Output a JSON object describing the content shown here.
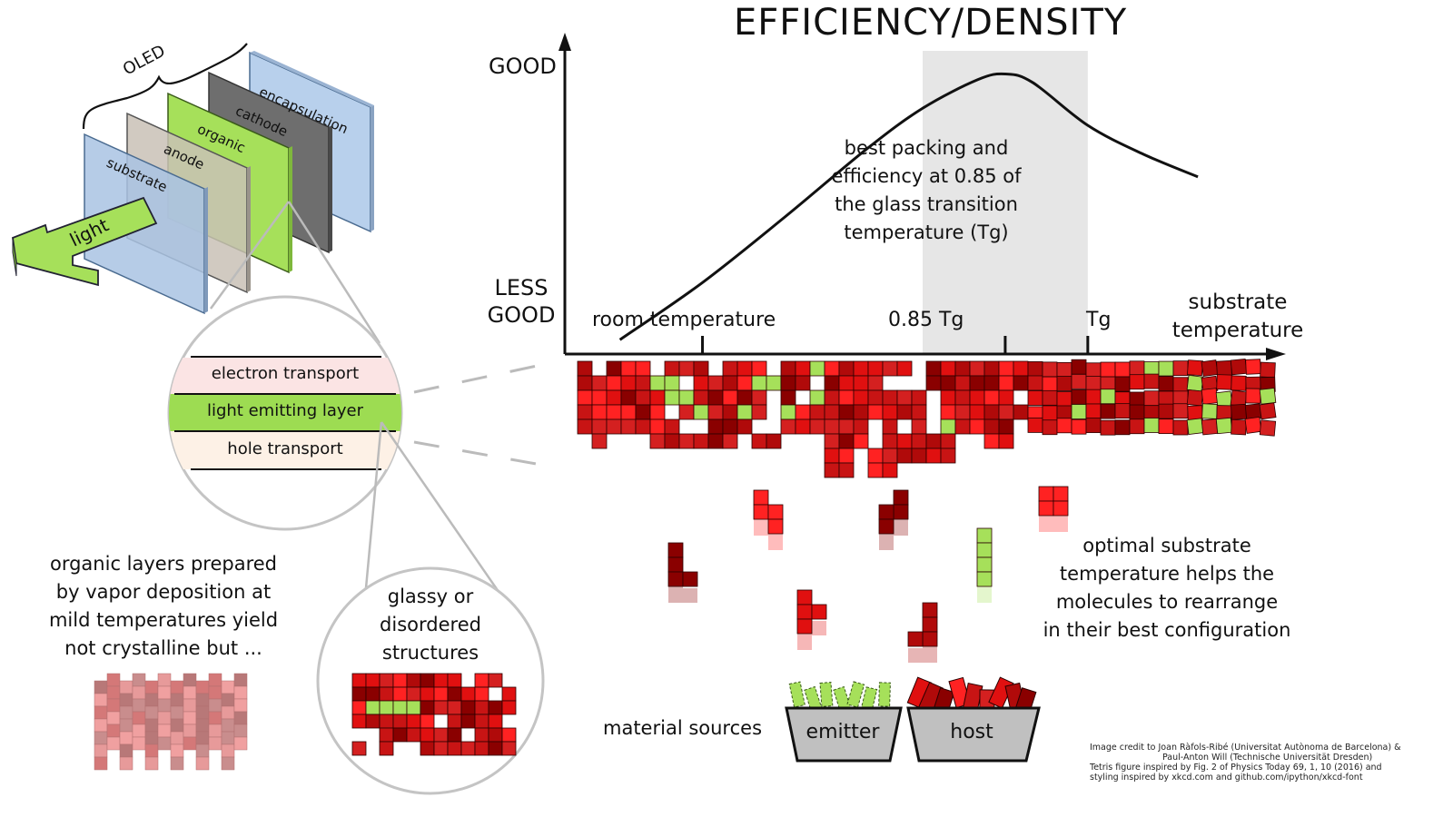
{
  "title": "EFFICIENCY/DENSITY",
  "oled_stack": {
    "group_label": "OLED",
    "layers": [
      {
        "label": "substrate",
        "color": "#a9c3e3"
      },
      {
        "label": "anode",
        "color": "#c9c1b6"
      },
      {
        "label": "organic",
        "color": "#a6e05a"
      },
      {
        "label": "cathode",
        "color": "#6e6e6e"
      },
      {
        "label": "encapsulation",
        "color": "#b8d0ec"
      }
    ],
    "light_arrow_label": "light"
  },
  "organic_zoom": {
    "layers": [
      {
        "label": "electron transport",
        "color": "#fbe4e4"
      },
      {
        "label": "light emitting layer",
        "color": "#9ddc52"
      },
      {
        "label": "hole transport",
        "color": "#fdf1e6"
      }
    ]
  },
  "left_note": [
    "organic layers prepared",
    "by vapor deposition at",
    "mild temperatures yield",
    "not crystalline but ..."
  ],
  "glassy_note": [
    "glassy or",
    "disordered",
    "structures"
  ],
  "chart_data": {
    "type": "line",
    "title": "EFFICIENCY/DENSITY",
    "xlabel": "substrate temperature",
    "ylabel": "",
    "y_tick_labels": [
      "GOOD",
      "LESS GOOD"
    ],
    "x_tick_labels": [
      "room temperature",
      "0.85 Tg",
      "Tg"
    ],
    "x_ticks": [
      0.3,
      0.85,
      1.0
    ],
    "x": [
      0.15,
      0.3,
      0.45,
      0.6,
      0.7,
      0.8,
      0.85,
      0.9,
      1.0,
      1.1,
      1.2
    ],
    "y": [
      0.05,
      0.25,
      0.48,
      0.72,
      0.86,
      0.96,
      0.98,
      0.95,
      0.8,
      0.7,
      0.62
    ],
    "xlim": [
      0.05,
      1.35
    ],
    "ylim": [
      0,
      1.08
    ],
    "highlight_region": [
      0.7,
      1.0
    ],
    "annotation": [
      "best packing and",
      "efficiency at 0.85 of",
      "the glass transition",
      "temperature (Tg)"
    ],
    "grid": false
  },
  "deposition_note": [
    "optimal substrate",
    "temperature helps the",
    "molecules to rearrange",
    "in their best configuration"
  ],
  "sources": {
    "label": "material sources",
    "emitter": "emitter",
    "host": "host"
  },
  "colors": {
    "emitter_green": "#a6e05a",
    "red1": "#e01010",
    "red2": "#b00a0a",
    "red3": "#8a0000",
    "red4": "#ff2222",
    "highlight_gray": "#e6e6e6",
    "bucket_gray": "#c0c0c0"
  },
  "credit": [
    "Image credit to Joan Ràfols-Ribé (Universitat Autònoma de Barcelona) &",
    "Paul-Anton Will (Technische Universität Dresden)",
    "Tetris figure inspired by Fig. 2 of Physics Today 69, 1, 10 (2016) and",
    "styling inspired by xkcd.com and github.com/ipython/xkcd-font"
  ]
}
